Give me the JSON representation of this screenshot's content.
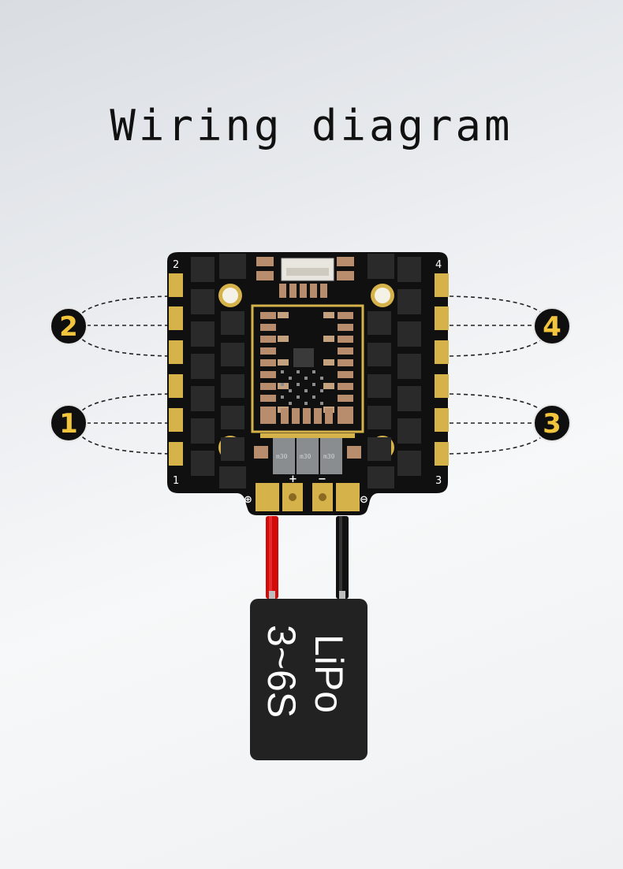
{
  "title": "Wiring diagram",
  "motors": [
    {
      "number": "1",
      "corner_label": "1"
    },
    {
      "number": "2",
      "corner_label": "2"
    },
    {
      "number": "3",
      "corner_label": "3"
    },
    {
      "number": "4",
      "corner_label": "4"
    }
  ],
  "mosfet_label": "m30",
  "power_pads": {
    "positive": "+",
    "negative": "−",
    "positive_symbol": "⊕",
    "negative_symbol": "⊖"
  },
  "battery": {
    "line1": "LiPo",
    "line2": "3~6S"
  },
  "colors": {
    "board": "#101010",
    "pad_gold": "#d6b24a",
    "badge_fill": "#0f0f0f",
    "badge_text": "#f2c53d",
    "wire_positive": "#d10a0a",
    "wire_negative": "#111111",
    "battery_fill": "#222222"
  }
}
